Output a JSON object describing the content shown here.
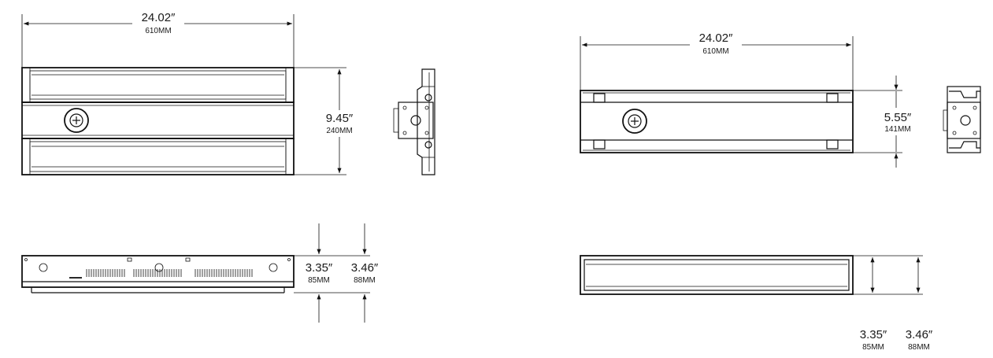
{
  "dimensions": {
    "width_left_in": "24.02″",
    "width_left_mm": "610MM",
    "height_left_in": "9.45″",
    "height_left_mm": "240MM",
    "width_right_in": "24.02″",
    "width_right_mm": "610MM",
    "height_right_in": "5.55″",
    "height_right_mm": "141MM",
    "side_left_a_in": "3.35″",
    "side_left_a_mm": "85MM",
    "side_left_b_in": "3.46″",
    "side_left_b_mm": "88MM",
    "side_right_a_in": "3.35″",
    "side_right_a_mm": "85MM",
    "side_right_b_in": "3.46″",
    "side_right_b_mm": "88MM"
  }
}
